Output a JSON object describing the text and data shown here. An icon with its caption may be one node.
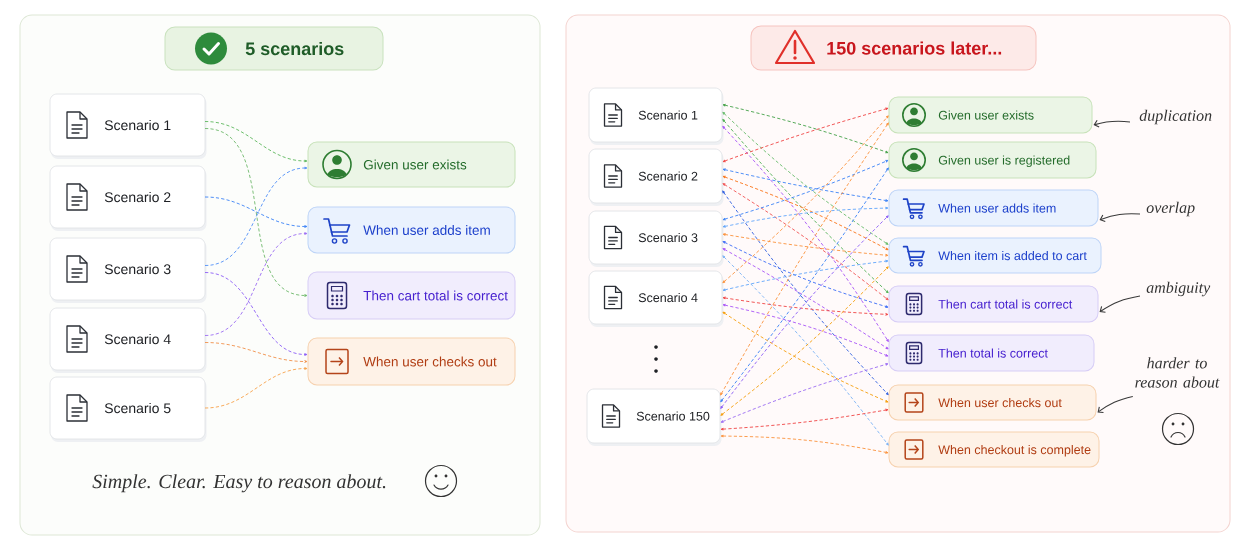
{
  "diagram": {
    "nodes": [
      {
        "text": [],
        "shape": "box"
      },
      {
        "text": [
          "5 scenarios"
        ],
        "in": 0
      },
      {
        "text": [
          "Scenario 1"
        ],
        "in": 0
      },
      {
        "text": [
          "Scenario 2"
        ],
        "in": 0
      },
      {
        "text": [
          "Scenario 3"
        ],
        "in": 0
      },
      {
        "text": [
          "Scenario 4"
        ],
        "in": 0
      },
      {
        "text": [
          "Scenario 5"
        ],
        "in": 0
      },
      {
        "text": [
          "Given user exists"
        ],
        "in": 0
      },
      {
        "text": [
          "When user adds item"
        ],
        "in": 0
      },
      {
        "text": [
          "Then cart total is correct"
        ],
        "in": 0
      },
      {
        "text": [
          "When user checks out"
        ],
        "in": 0
      },
      {
        "text": [],
        "shape": "box"
      },
      {
        "text": [
          "150 scenarios later..."
        ],
        "in": 11
      },
      {
        "text": [
          "Scenario 1"
        ],
        "in": 11
      },
      {
        "text": [
          "Scenario 2"
        ],
        "in": 11
      },
      {
        "text": [
          "Scenario 3"
        ],
        "in": 11
      },
      {
        "text": [
          "Scenario 4"
        ],
        "in": 11
      },
      {
        "text": [
          "Scenario 150"
        ],
        "in": 11
      },
      {
        "text": [
          "Given user exists"
        ],
        "in": 11
      },
      {
        "text": [
          "Given user is registered"
        ],
        "in": 11
      },
      {
        "text": [
          "When user adds item"
        ],
        "in": 11
      },
      {
        "text": [
          "When item is added to cart"
        ],
        "in": 11
      },
      {
        "text": [
          "Then cart total is correct"
        ],
        "in": 11
      },
      {
        "text": [
          "Then total is correct"
        ],
        "in": 11
      },
      {
        "text": [
          "When user checks out"
        ],
        "in": 11
      },
      {
        "text": [
          "When checkout is complete"
        ],
        "in": 11
      },
      {
        "text": [
          "duplication"
        ],
        "in": 11
      },
      {
        "text": [
          "overlap"
        ],
        "in": 11
      },
      {
        "text": [
          "ambiguity"
        ],
        "in": 11
      },
      {
        "text": [
          "harder to reason about"
        ],
        "in": 11
      }
    ],
    "edges": [
      {
        "from": 2,
        "to": 7,
        "arrow": "to",
        "style": "dashed",
        "color": "#5cb85c"
      },
      {
        "from": 2,
        "to": 9,
        "arrow": "to",
        "style": "dashed",
        "color": "#6db86a"
      },
      {
        "from": 3,
        "to": 8,
        "arrow": "to",
        "style": "dashed",
        "color": "#3b82f6"
      },
      {
        "from": 4,
        "to": 7,
        "arrow": "to",
        "style": "dashed",
        "color": "#4f8ff7"
      },
      {
        "from": 4,
        "to": 10,
        "arrow": "to",
        "style": "dashed",
        "color": "#8b5cf6"
      },
      {
        "from": 5,
        "to": 8,
        "arrow": "to",
        "style": "dashed",
        "color": "#9b6cf3"
      },
      {
        "from": 5,
        "to": 10,
        "arrow": "to",
        "style": "dashed",
        "color": "#f0904a"
      },
      {
        "from": 6,
        "to": 10,
        "arrow": "to",
        "style": "dashed",
        "color": "#f7a14a"
      },
      {
        "from": 13,
        "to": 19,
        "arrow": "both",
        "style": "dashed",
        "color": "#43a047"
      },
      {
        "from": 13,
        "to": 22,
        "arrow": "both",
        "style": "dashed",
        "color": "#4caf50"
      },
      {
        "from": 13,
        "to": 23,
        "arrow": "both",
        "style": "dashed",
        "color": "#a855f7"
      },
      {
        "from": 13,
        "to": 21,
        "arrow": "both",
        "style": "dashed",
        "color": "#66bb6a"
      },
      {
        "from": 14,
        "to": 18,
        "arrow": "both",
        "style": "dashed",
        "color": "#ef4444"
      },
      {
        "from": 14,
        "to": 20,
        "arrow": "both",
        "style": "dashed",
        "color": "#3b82f6"
      },
      {
        "from": 14,
        "to": 21,
        "arrow": "both",
        "style": "dashed",
        "color": "#f97316"
      },
      {
        "from": 14,
        "to": 24,
        "arrow": "both",
        "style": "dashed",
        "color": "#2f5fe0"
      },
      {
        "from": 14,
        "to": 22,
        "arrow": "both",
        "style": "dashed",
        "color": "#f05252"
      },
      {
        "from": 15,
        "to": 19,
        "arrow": "both",
        "style": "dashed",
        "color": "#3b82f6"
      },
      {
        "from": 15,
        "to": 20,
        "arrow": "both",
        "style": "dashed",
        "color": "#60a5fa"
      },
      {
        "from": 15,
        "to": 22,
        "arrow": "both",
        "style": "dashed",
        "color": "#3b6cf6"
      },
      {
        "from": 15,
        "to": 23,
        "arrow": "both",
        "style": "dashed",
        "color": "#a855f7"
      },
      {
        "from": 15,
        "to": 21,
        "arrow": "both",
        "style": "dashed",
        "color": "#fb923c"
      },
      {
        "from": 15,
        "to": 25,
        "arrow": "both",
        "style": "dashed",
        "color": "#7cb3f5"
      },
      {
        "from": 16,
        "to": 18,
        "arrow": "both",
        "style": "dashed",
        "color": "#fb923c"
      },
      {
        "from": 16,
        "to": 21,
        "arrow": "both",
        "style": "dashed",
        "color": "#60a5fa"
      },
      {
        "from": 16,
        "to": 22,
        "arrow": "both",
        "style": "dashed",
        "color": "#ef4444"
      },
      {
        "from": 16,
        "to": 23,
        "arrow": "both",
        "style": "dashed",
        "color": "#a855f7"
      },
      {
        "from": 16,
        "to": 24,
        "arrow": "both",
        "style": "dashed",
        "color": "#f59e0b"
      },
      {
        "from": 17,
        "to": 18,
        "arrow": "both",
        "style": "dashed",
        "color": "#fb923c"
      },
      {
        "from": 17,
        "to": 19,
        "arrow": "both",
        "style": "dashed",
        "color": "#3b82f6"
      },
      {
        "from": 17,
        "to": 20,
        "arrow": "both",
        "style": "dashed",
        "color": "#8b5cf6"
      },
      {
        "from": 17,
        "to": 21,
        "arrow": "both",
        "style": "dashed",
        "color": "#f59e0b"
      },
      {
        "from": 17,
        "to": 23,
        "arrow": "both",
        "style": "dashed",
        "color": "#9b6cf3"
      },
      {
        "from": 17,
        "to": 24,
        "arrow": "both",
        "style": "dashed",
        "color": "#ef4444"
      },
      {
        "from": 17,
        "to": 25,
        "arrow": "both",
        "style": "dashed",
        "color": "#fb923c"
      },
      {
        "from": 26,
        "to": 18,
        "arrow": "to",
        "color": "#3a3a3a"
      },
      {
        "from": 27,
        "to": 20,
        "arrow": "to",
        "color": "#3a3a3a"
      },
      {
        "from": 28,
        "to": 22,
        "arrow": "to",
        "color": "#3a3a3a"
      },
      {
        "from": 29,
        "to": 24,
        "arrow": "to",
        "color": "#3a3a3a"
      }
    ],
    "labels": [
      "Simple. Clear. Easy to reason about."
    ]
  }
}
